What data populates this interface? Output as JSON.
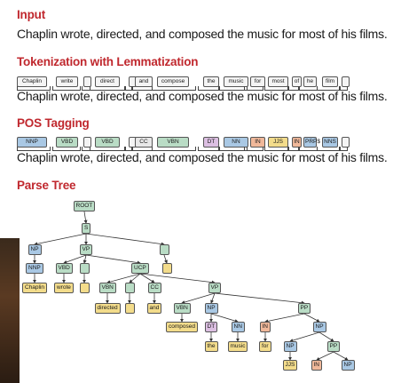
{
  "sections": {
    "input": "Input",
    "tokenization": "Tokenization with Lemmatization",
    "pos": "POS Tagging",
    "parse": "Parse Tree"
  },
  "sentence": "Chaplin wrote, directed, and composed the music for most of his films.",
  "lemmas": [
    "Chaplin",
    "write",
    "",
    "direct",
    "",
    "and",
    "compose",
    "the",
    "music",
    "for",
    "most",
    "of",
    "he",
    "film",
    ""
  ],
  "pos_tags": [
    "NNP",
    "VBD",
    "",
    "VBD",
    "",
    "CC",
    "VBN",
    "DT",
    "NN",
    "IN",
    "JJS",
    "IN",
    "PRP$",
    "NNS",
    ""
  ],
  "pos_colors": {
    "NNP": "#a9c8e4",
    "VBD": "#b9dcc5",
    "CC": "#e8e8e8",
    "VBN": "#b9dcc5",
    "DT": "#dcbfe2",
    "NN": "#a9c8e4",
    "IN": "#f0b89a",
    "JJS": "#f3dc8b",
    "PRP$": "#a9c8e4",
    "NNS": "#a9c8e4",
    "": "#f4f4f4"
  },
  "tree": {
    "root": "ROOT",
    "s": "S",
    "np": "NP",
    "vp": "VP",
    "nnp": "NNP",
    "vbd": "VBD",
    "ucp": "UCP",
    "vbn1": "VBN",
    "cc": "CC",
    "vp2": "VP",
    "vbn2": "VBN",
    "np2": "NP",
    "pp": "PP",
    "dt": "DT",
    "nn": "NN",
    "in1": "IN",
    "np3": "NP",
    "np4": "NP",
    "pp2": "PP",
    "jjs": "JJS",
    "in2": "IN",
    "np5": "NP",
    "w_chaplin": "Chaplin",
    "w_wrote": "wrote",
    "w_directed": "directed",
    "w_and": "and",
    "w_composed": "composed",
    "w_the": "the",
    "w_music": "music",
    "w_for": "for"
  }
}
